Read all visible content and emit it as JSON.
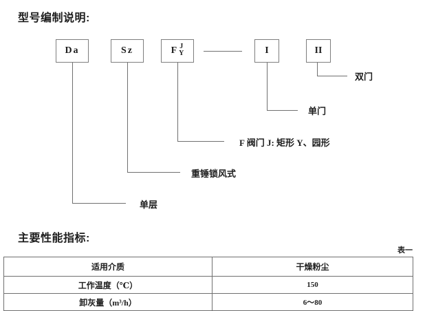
{
  "document": {
    "section_model": {
      "heading": "型号编制说明:",
      "boxes": [
        {
          "id": "da",
          "label": "Da"
        },
        {
          "id": "sz",
          "label": "Sz"
        },
        {
          "id": "fjy",
          "main": "F",
          "top": "J",
          "bottom": "Y"
        },
        {
          "id": "roman-1",
          "label": "I"
        },
        {
          "id": "roman-2",
          "label": "II"
        }
      ],
      "leaders": [
        {
          "id": "leader-double-door",
          "text": "双门"
        },
        {
          "id": "leader-single-door",
          "text": "单门"
        },
        {
          "id": "leader-valve",
          "text": "F 阀门 J: 矩形  Y、园形"
        },
        {
          "id": "leader-lock",
          "text": "重锤锁风式"
        },
        {
          "id": "leader-layer",
          "text": "单层"
        }
      ]
    },
    "section_performance": {
      "heading": "主要性能指标:",
      "table_caption": "表一",
      "table": {
        "rows": [
          {
            "label": "适用介质",
            "value": "干燥粉尘"
          },
          {
            "label": "工作温度（℃）",
            "value": "150"
          },
          {
            "label": "卸灰量（m³/h）",
            "value": "6～80"
          }
        ]
      }
    }
  },
  "colors": {
    "line": "#6f6f6f",
    "text": "#1d1d1d",
    "background": "#ffffff"
  }
}
